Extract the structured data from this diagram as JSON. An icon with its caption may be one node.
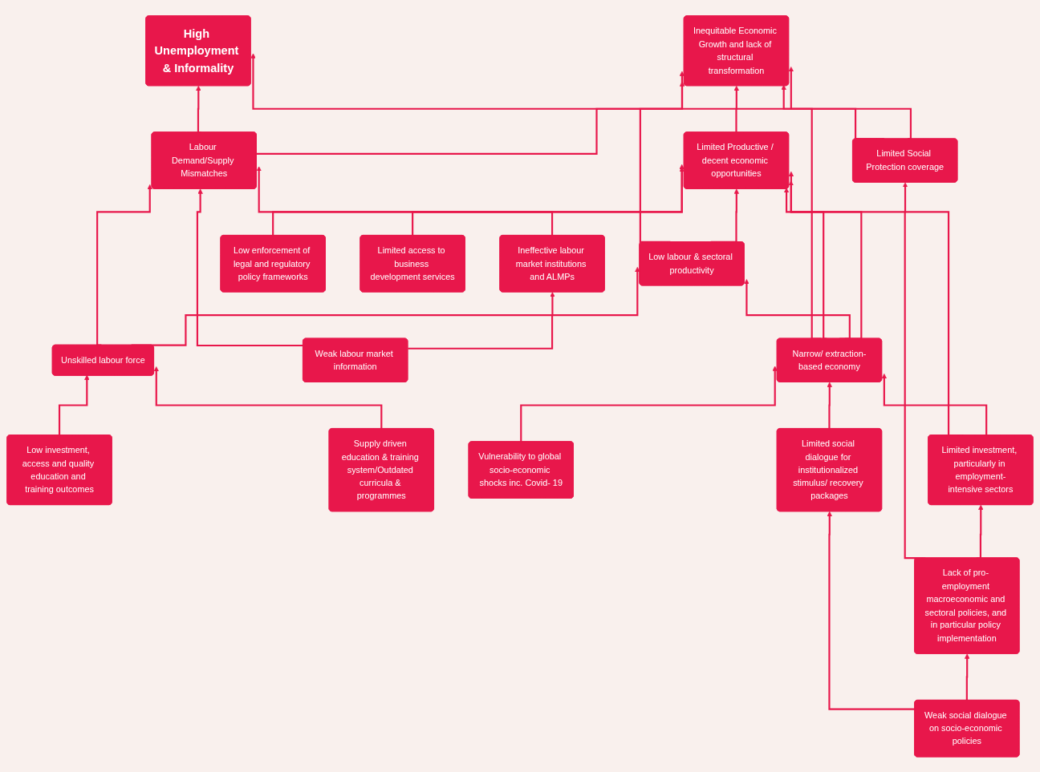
{
  "diagram": {
    "nodes": [
      {
        "text": [
          "High Unemployment & Informality"
        ]
      },
      {
        "text": [
          "Labour Demand/Supply Mismatches"
        ]
      },
      {
        "text": [
          "Inequitable Economic Growth and lack of structural transformation"
        ]
      },
      {
        "text": [
          "Limited Social Protection coverage"
        ]
      },
      {
        "text": [
          "Unskilled labour force"
        ]
      },
      {
        "text": [
          "Ineffective labour market institutions and ALMPs"
        ]
      },
      {
        "text": [
          "Limited Productive / decent economic opportunities"
        ]
      },
      {
        "text": [
          "Low enforcement of legal and regulatory policy frameworks"
        ]
      },
      {
        "text": [
          "Weak labour market information"
        ]
      },
      {
        "text": [
          "Low labour & sectoral productivity"
        ]
      },
      {
        "text": [
          "Narrow/ extraction-based economy"
        ]
      },
      {
        "text": [
          "Limited access to business development services"
        ]
      },
      {
        "text": [
          "Supply driven education & training system/Outdated curricula & programmes"
        ]
      },
      {
        "text": [
          "Vulnerability to global socio-economic shocks inc. Covid- 19"
        ]
      },
      {
        "text": [
          "Limited social dialogue for institutionalized stimulus/ recovery packages"
        ]
      },
      {
        "text": [
          "Limited investment, particularly in employment-intensive sectors"
        ]
      },
      {
        "text": [
          "Low investment, access and quality education and training outcomes"
        ]
      },
      {
        "text": [
          "Weak social dialogue on socio-economic policies"
        ]
      },
      {
        "text": [
          "Lack of pro- employment macroeconomic and sectoral policies, and in particular policy implementation"
        ]
      }
    ],
    "edges": [
      {
        "from": 1,
        "to": 0,
        "arrow": "to"
      },
      {
        "from": 3,
        "to": 0,
        "arrow": "to"
      },
      {
        "from": 1,
        "to": 2,
        "arrow": "to"
      },
      {
        "from": 3,
        "to": 2,
        "arrow": "to"
      },
      {
        "from": 6,
        "to": 2,
        "arrow": "to"
      },
      {
        "from": 4,
        "to": 1,
        "arrow": "to"
      },
      {
        "from": 8,
        "to": 1,
        "arrow": "to"
      },
      {
        "from": 5,
        "to": 1,
        "arrow": "to"
      },
      {
        "from": 8,
        "to": 5,
        "arrow": "to"
      },
      {
        "from": 4,
        "to": 9,
        "arrow": "to"
      },
      {
        "from": 9,
        "to": 2,
        "arrow": "to"
      },
      {
        "from": 9,
        "to": 6,
        "arrow": "to"
      },
      {
        "from": 10,
        "to": 2,
        "arrow": "to"
      },
      {
        "from": 10,
        "to": 6,
        "arrow": "to"
      },
      {
        "from": 7,
        "to": 6,
        "arrow": "to"
      },
      {
        "from": 10,
        "to": 9,
        "arrow": "to"
      },
      {
        "from": 10,
        "to": 6,
        "arrow": "to"
      },
      {
        "from": 11,
        "to": 6,
        "arrow": "to"
      },
      {
        "from": 15,
        "to": 6,
        "arrow": "to"
      },
      {
        "from": 15,
        "to": 10,
        "arrow": "to"
      },
      {
        "from": 18,
        "to": 3,
        "arrow": "to"
      },
      {
        "from": 18,
        "to": 15,
        "arrow": "to"
      },
      {
        "from": 16,
        "to": 4,
        "arrow": "to"
      },
      {
        "from": 12,
        "to": 4,
        "arrow": "to"
      },
      {
        "from": 13,
        "to": 10,
        "arrow": "to"
      },
      {
        "from": 14,
        "to": 10,
        "arrow": "to"
      },
      {
        "from": 17,
        "to": 14,
        "arrow": "to"
      },
      {
        "from": 17,
        "to": 18,
        "arrow": "to"
      }
    ]
  }
}
